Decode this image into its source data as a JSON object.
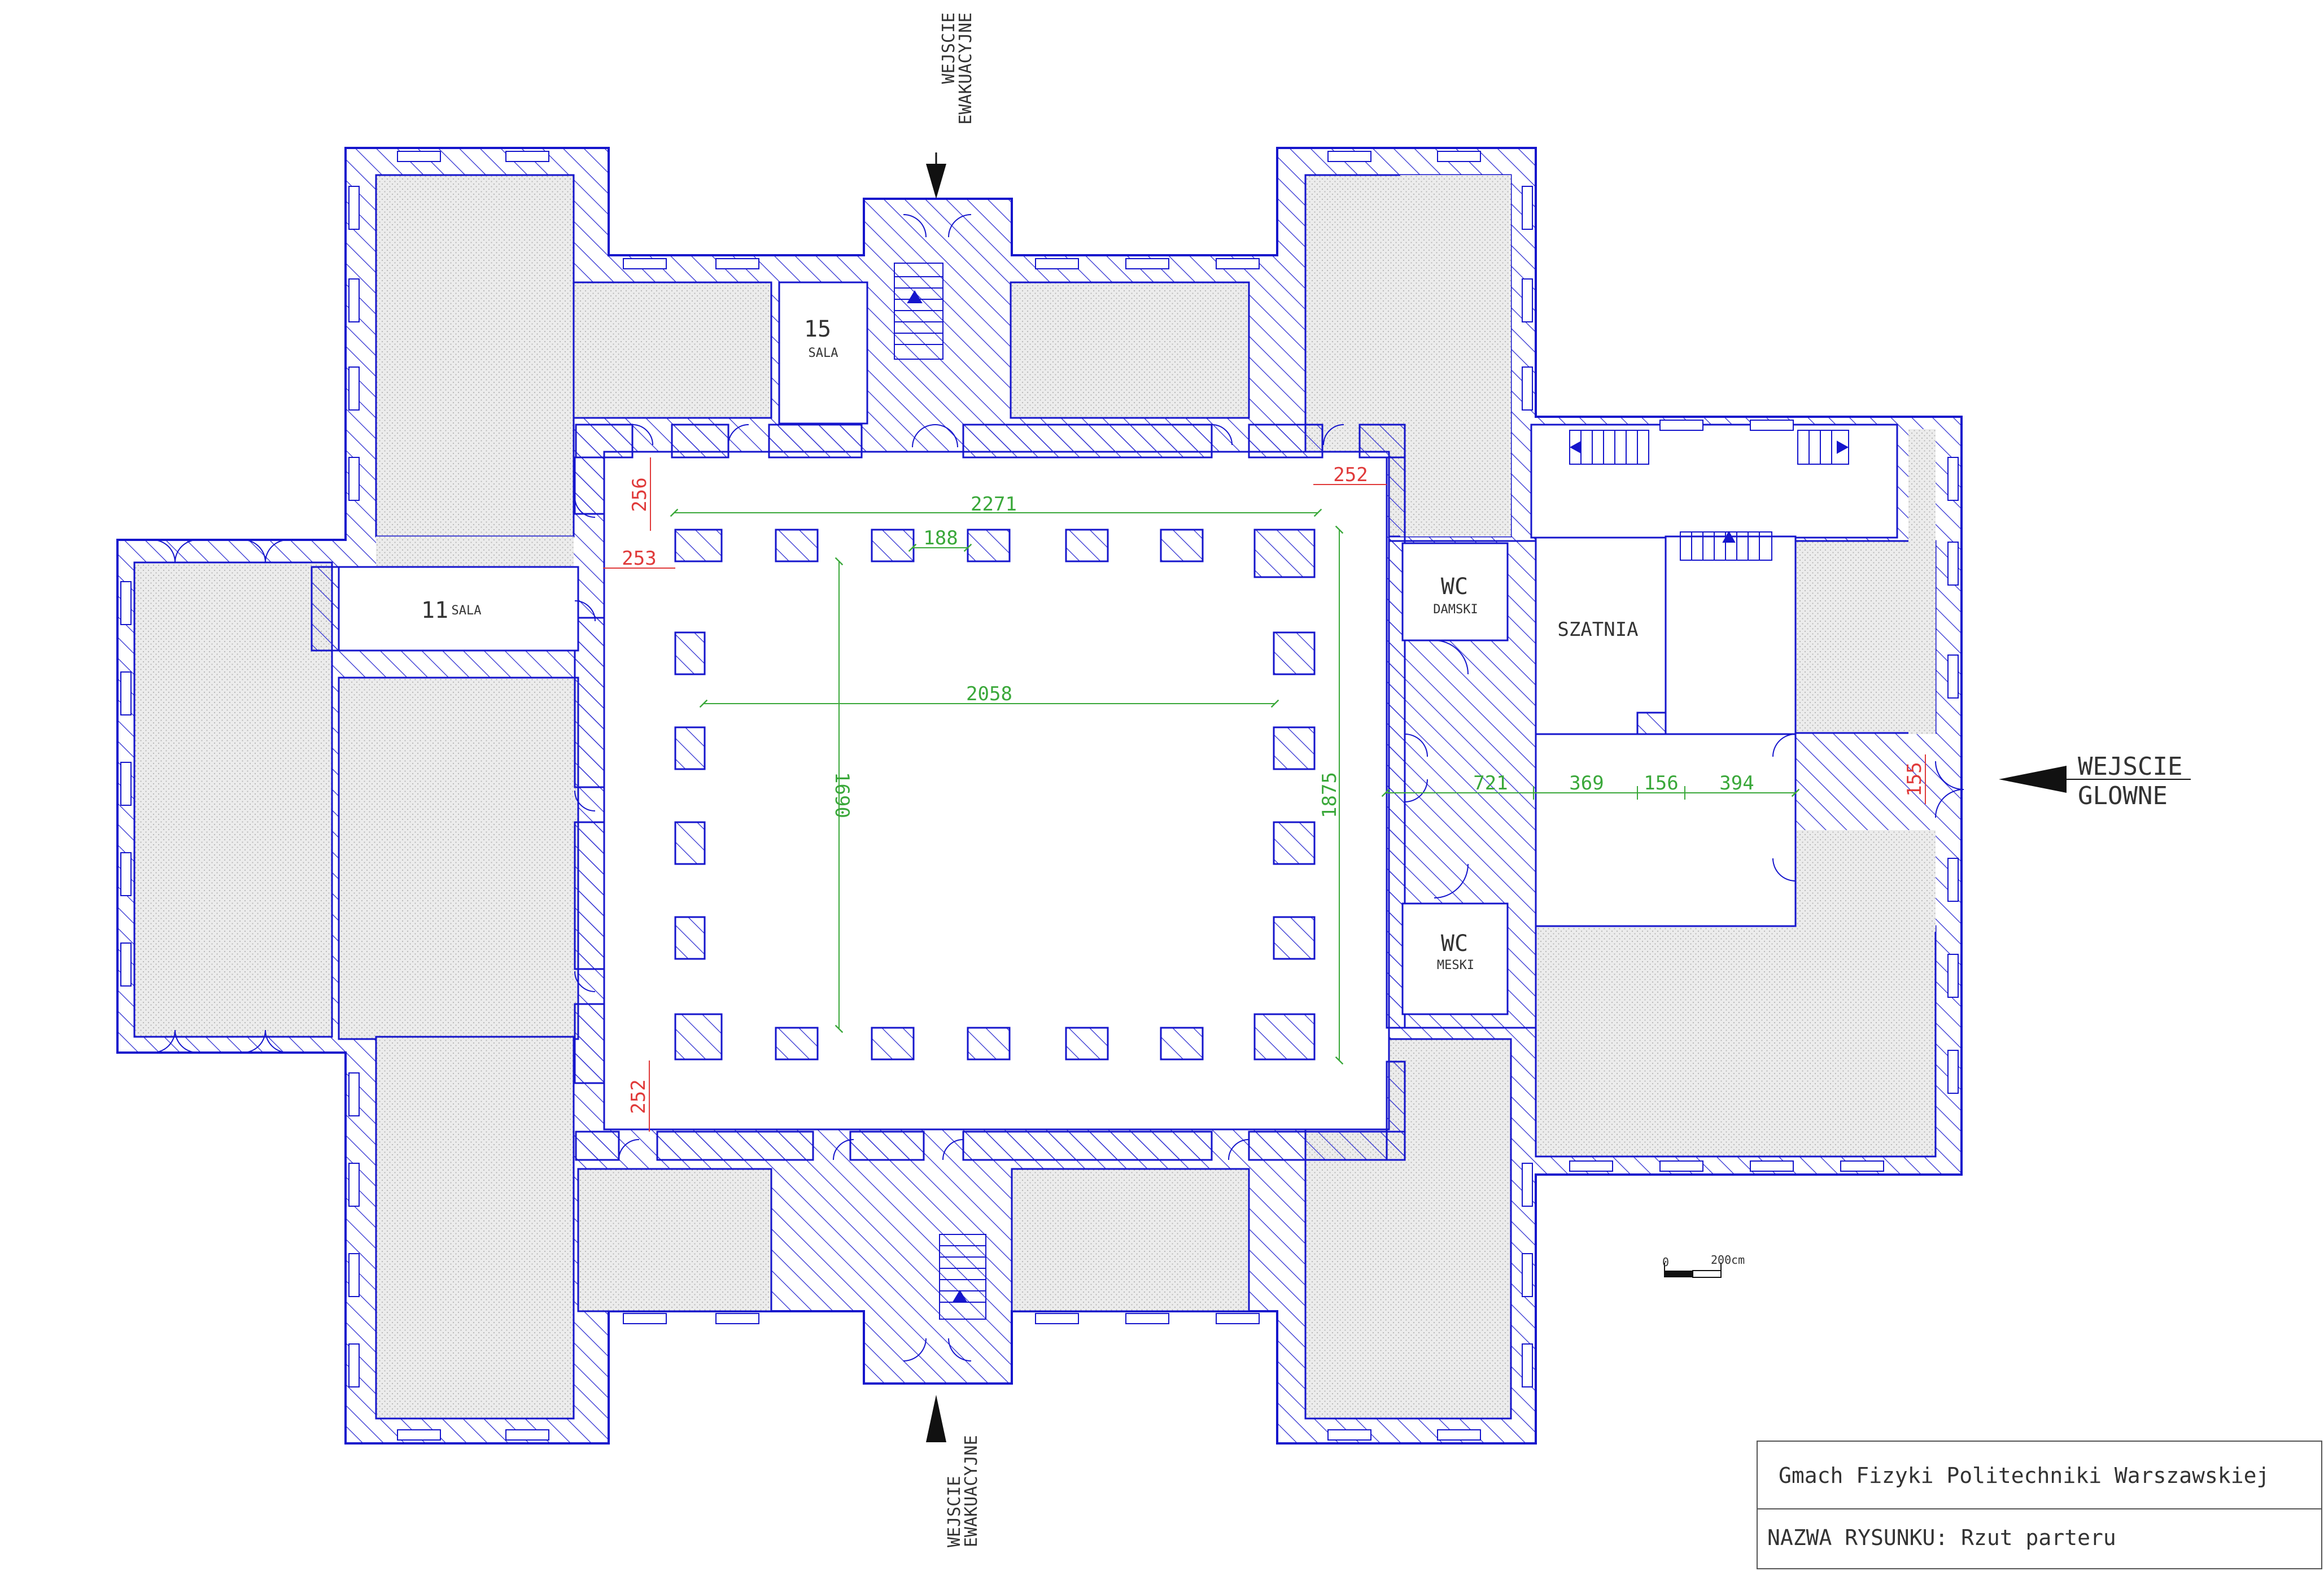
{
  "colors": {
    "wall_outline": "#1515cc",
    "wall_hatch": "#2a2ad0",
    "floor_fill": "#ebebeb",
    "dimension_green": "#3aa83a",
    "dimension_red": "#e03a3a",
    "text": "#333333",
    "background": "#ffffff"
  },
  "entrances": {
    "evac_top_line1": "WEJSCIE",
    "evac_top_line2": "EWAKUACYJNE",
    "evac_bottom_line1": "WEJSCIE",
    "evac_bottom_line2": "EWAKUACYJNE",
    "main_line1": "WEJSCIE",
    "main_line2": "GLOWNE"
  },
  "rooms": {
    "sala15_number": "15",
    "sala15_label": "SALA",
    "sala11_number": "11",
    "sala11_label": "SALA",
    "wc_damski_title": "WC",
    "wc_damski_sub": "DAMSKI",
    "wc_meski_title": "WC",
    "wc_meski_sub": "MESKI",
    "szatnia": "SZATNIA"
  },
  "dimensions": {
    "courtyard_width": "2271",
    "column_spacing": "188",
    "inner_width": "2058",
    "inner_height": "1690",
    "courtyard_height": "1875",
    "d721": "721",
    "d369": "369",
    "d156": "156",
    "d394": "394",
    "d256": "256",
    "d252_top": "252",
    "d253": "253",
    "d252_bottom": "252",
    "d155": "155"
  },
  "scale_bar": {
    "zero": "0",
    "length": "200cm"
  },
  "title_block": {
    "building": "Gmach Fizyki Politechniki Warszawskiej",
    "drawing_name": "NAZWA RYSUNKU: Rzut parteru"
  }
}
